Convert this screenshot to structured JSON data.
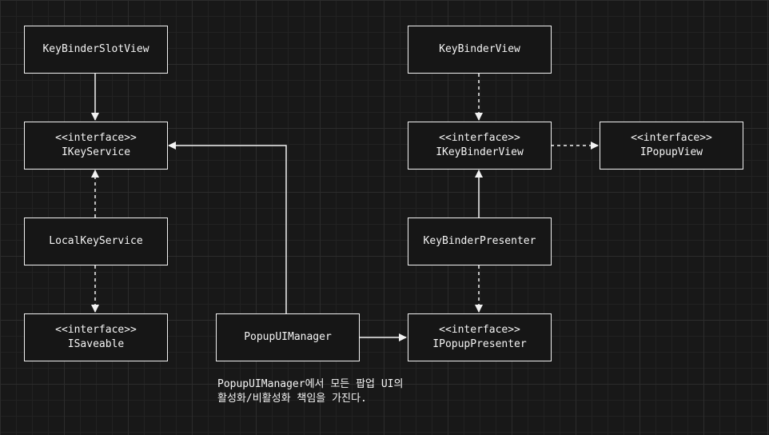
{
  "nodes": {
    "keybinder_slot_view": {
      "label": "KeyBinderSlotView"
    },
    "ikey_service": {
      "stereotype": "<<interface>>",
      "label": "IKeyService"
    },
    "local_key_service": {
      "label": "LocalKeyService"
    },
    "isaveable": {
      "stereotype": "<<interface>>",
      "label": "ISaveable"
    },
    "popup_ui_manager": {
      "label": "PopupUIManager"
    },
    "keybinder_view": {
      "label": "KeyBinderView"
    },
    "ikeybinder_view": {
      "stereotype": "<<interface>>",
      "label": "IKeyBinderView"
    },
    "ipopup_view": {
      "stereotype": "<<interface>>",
      "label": "IPopupView"
    },
    "keybinder_presenter": {
      "label": "KeyBinderPresenter"
    },
    "ipopup_presenter": {
      "stereotype": "<<interface>>",
      "label": "IPopupPresenter"
    }
  },
  "note": {
    "line1": "PopupUIManager에서 모든 팝업 UI의",
    "line2": "활성화/비활성화 책임을 가진다."
  },
  "colors": {
    "background": "#181818",
    "stroke": "#f2f2f2",
    "text": "#f5f5f5"
  }
}
